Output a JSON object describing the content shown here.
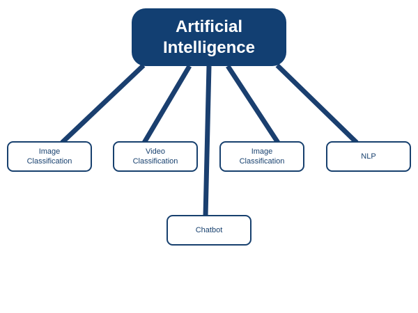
{
  "root": {
    "label": "Artificial\nIntelligence"
  },
  "nodes": [
    {
      "label": "Image\nClassification"
    },
    {
      "label": "Video\nClassification"
    },
    {
      "label": "Image\nClassification"
    },
    {
      "label": "NLP"
    },
    {
      "label": "Chatbot"
    }
  ],
  "colors": {
    "root_fill": "#123f72",
    "connector": "#1a3f6f",
    "node_border": "#17406e",
    "node_text": "#17406e"
  }
}
